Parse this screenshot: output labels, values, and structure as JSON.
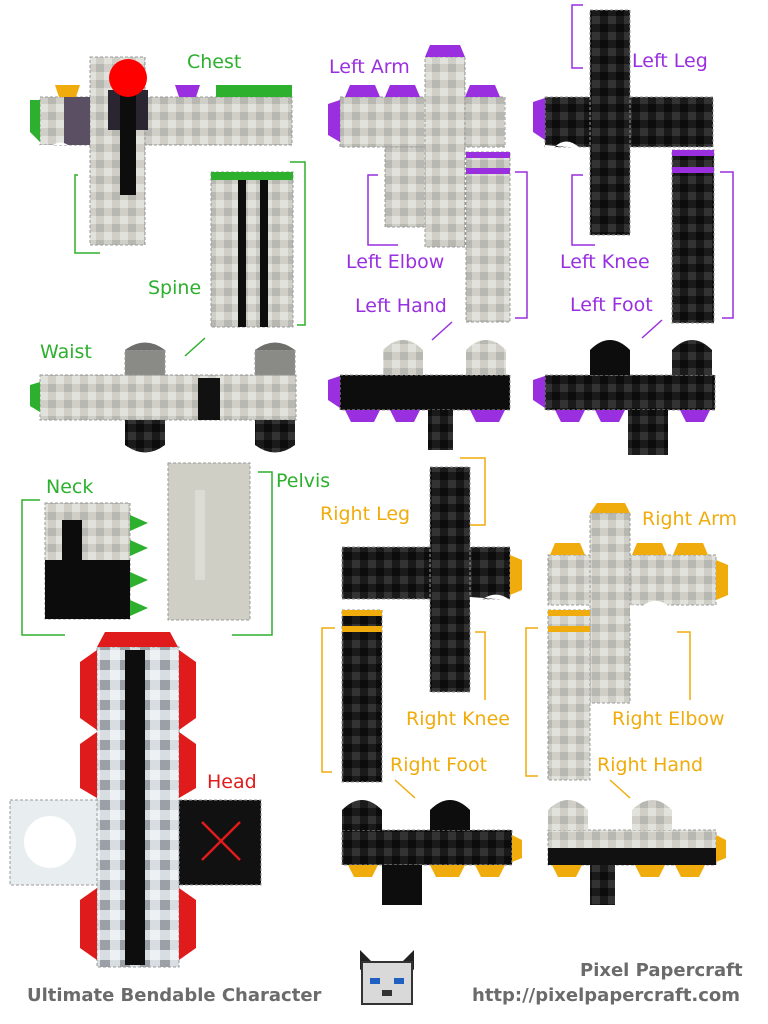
{
  "labels": {
    "chest": "Chest",
    "spine": "Spine",
    "waist": "Waist",
    "neck": "Neck",
    "pelvis": "Pelvis",
    "head": "Head",
    "left_arm": "Left Arm",
    "left_elbow": "Left Elbow",
    "left_hand": "Left Hand",
    "left_leg": "Left Leg",
    "left_knee": "Left Knee",
    "left_foot": "Left Foot",
    "right_leg": "Right Leg",
    "right_knee": "Right Knee",
    "right_foot": "Right Foot",
    "right_arm": "Right Arm",
    "right_elbow": "Right Elbow",
    "right_hand": "Right Hand"
  },
  "footer": {
    "title": "Ultimate Bendable Character",
    "brand": "Pixel Papercraft",
    "url": "http://pixelpapercraft.com"
  },
  "colors": {
    "center_green": "#2db02d",
    "left_purple": "#9a2fe0",
    "right_orange": "#f0ac0c",
    "head_red": "#e01b1b",
    "skin_light": "#cfcfc8",
    "skin_dark": "#1a1a1a"
  }
}
